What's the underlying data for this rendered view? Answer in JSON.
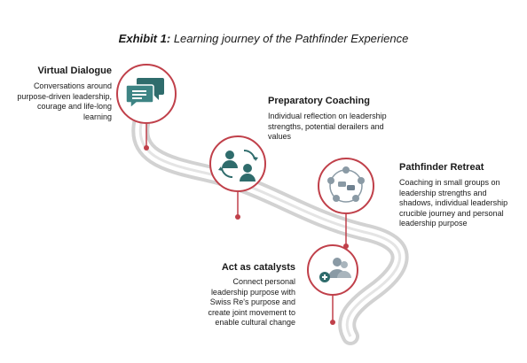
{
  "exhibit_label": "Exhibit 1:",
  "exhibit_title": "Learning journey of the Pathfinder Experience",
  "stages": [
    {
      "title": "Virtual Dialogue",
      "description": "Conversations around purpose-driven leadership, courage and life-long learning",
      "icon": "chat-bubbles-icon"
    },
    {
      "title": "Preparatory Coaching",
      "description": "Individual reflection on leadership strengths, potential derailers and values",
      "icon": "two-people-exchange-icon"
    },
    {
      "title": "Pathfinder Retreat",
      "description": "Coaching in small groups on leadership strengths and shadows, individual leadership crucible journey and personal leadership purpose",
      "icon": "group-circle-icon"
    },
    {
      "title": "Act as catalysts",
      "description": "Connect personal leadership purpose with Swiss Re's purpose and create joint movement to enable cultural change",
      "icon": "people-add-icon"
    }
  ],
  "colors": {
    "accent": "#c0404a",
    "icon_teal": "#2f6c6c",
    "road": "#d6d6d6",
    "icon_grey": "#8a9aa5"
  }
}
